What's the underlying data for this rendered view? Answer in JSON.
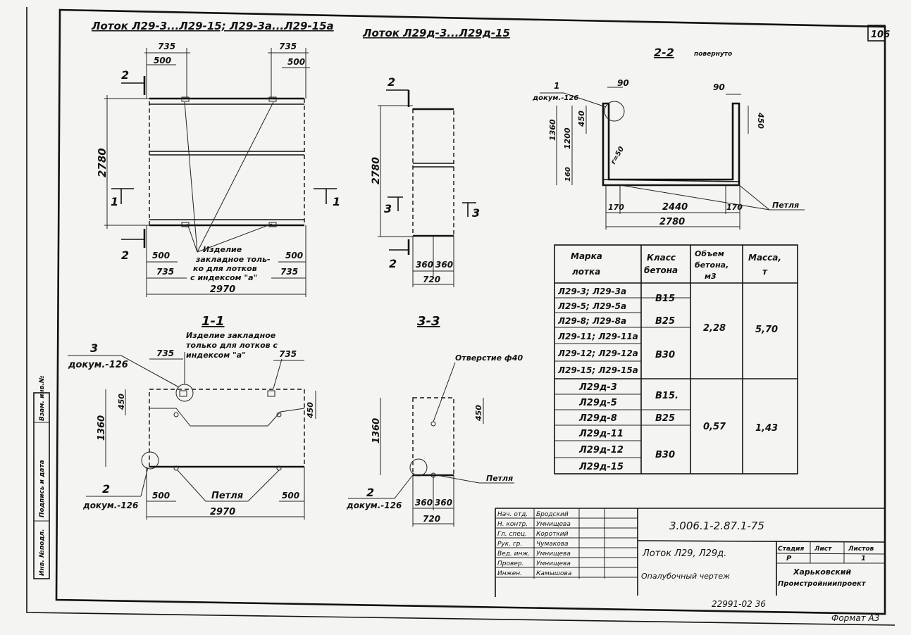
{
  "sheet_number": "106",
  "format": "Формат А3",
  "archive_number": "22991-02  36",
  "views": {
    "main_title": "Лоток Л29-3...Л29-15; Л29-3а...Л29-15а",
    "small_title": "Лоток Л29д-3...Л29д-15",
    "section_22": "2-2",
    "section_22_note": "повернуто",
    "section_11": "1-1",
    "section_33": "3-3"
  },
  "plan_main": {
    "dims": [
      "735",
      "500",
      "735",
      "500",
      "2780",
      "500",
      "500",
      "735",
      "735",
      "2970"
    ],
    "cut_marks": [
      "2",
      "1",
      "1",
      "2"
    ],
    "note": [
      "Изделие",
      "закладное толь-",
      "ко для лотков",
      "с индексом \"а\""
    ]
  },
  "plan_small": {
    "dims": [
      "2780",
      "360",
      "360",
      "720"
    ],
    "cut_marks": [
      "2",
      "3",
      "3",
      "2"
    ]
  },
  "section22": {
    "callout_num": "1",
    "callout_doc": "докум.-126",
    "dims": [
      "90",
      "90",
      "450",
      "450",
      "1200",
      "1360",
      "160",
      "r=50",
      "170",
      "2440",
      "170",
      "2780"
    ],
    "petlya": "Петля"
  },
  "section11": {
    "note": [
      "Изделие закладное",
      "только для лотков с",
      "индексом \"а\""
    ],
    "callout_3": "3",
    "callout_3_doc": "докум.-126",
    "callout_2": "2",
    "callout_2_doc": "докум.-126",
    "dims": [
      "735",
      "735",
      "450",
      "450",
      "1360",
      "500",
      "500",
      "2970"
    ],
    "petlya": "Петля"
  },
  "section33": {
    "otverstie": "Отверстие ф40",
    "callout_2": "2",
    "callout_2_doc": "докум.-126",
    "dims": [
      "1360",
      "450",
      "360",
      "360",
      "720"
    ],
    "petlya": "Петля"
  },
  "spec_table": {
    "headers": [
      [
        "Марка",
        "лотка"
      ],
      [
        "Класс",
        "бетона"
      ],
      [
        "Объем",
        "бетона,",
        "м3"
      ],
      [
        "Масса,",
        "т"
      ]
    ],
    "marks": [
      "Л29-3; Л29-3а",
      "Л29-5; Л29-5а",
      "Л29-8; Л29-8а",
      "Л29-11; Л29-11а",
      "Л29-12; Л29-12а",
      "Л29-15; Л29-15а",
      "Л29д-3",
      "Л29д-5",
      "Л29д-8",
      "Л29д-11",
      "Л29д-12",
      "Л29д-15"
    ],
    "classes": [
      "В15",
      "В25",
      "В30",
      "В15.",
      "В25",
      "В30"
    ],
    "volumes": [
      "2,28",
      "0,57"
    ],
    "masses": [
      "5,70",
      "1,43"
    ]
  },
  "side_stamp": [
    "Инв. №подл.",
    "Подпись и дата",
    "Взам. инв.№"
  ],
  "title_block": {
    "roles": [
      "Нач. отд.",
      "Н. контр.",
      "Гл. спец.",
      "Рук. гр.",
      "Вед. инж.",
      "Провер.",
      "Инжен."
    ],
    "names": [
      "Бродский",
      "Умнищева",
      "Короткий",
      "Чумакова",
      "Умнищева",
      "Умнищева",
      "Камышова"
    ],
    "doc_code": "3.006.1-2.87.1-75",
    "product": "Лоток Л29, Л29д.",
    "drawing": "Опалубочный чертеж",
    "stage_hdr": "Стадия",
    "sheet_hdr": "Лист",
    "sheets_hdr": "Листов",
    "stage": "Р",
    "sheets_total": "1",
    "org": [
      "Харьковский",
      "Промстройниипроект"
    ]
  }
}
